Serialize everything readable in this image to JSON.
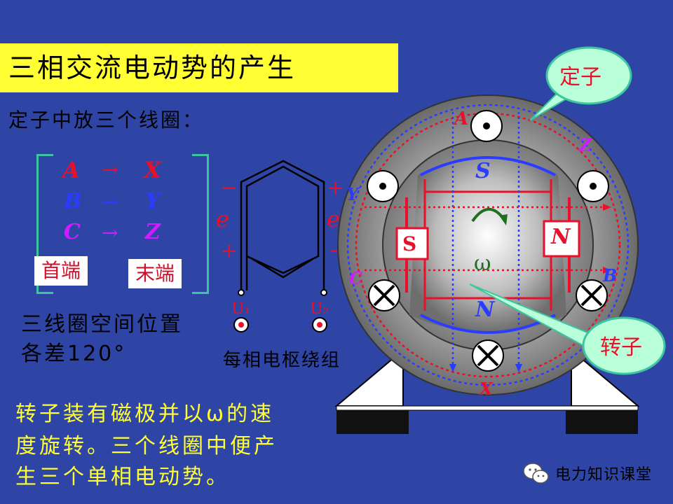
{
  "title": "三相交流电动势的产生",
  "stator_intro": "定子中放三个线圈：",
  "coils": [
    {
      "start": "A",
      "arrow": "→",
      "end": "X",
      "color": "#e8102a"
    },
    {
      "start": "B",
      "arrow": "→",
      "end": "Y",
      "color": "#2a3cff"
    },
    {
      "start": "C",
      "arrow": "→",
      "end": "Z",
      "color": "#d21cff"
    }
  ],
  "coil_tags": {
    "head": "首端",
    "tail": "末端"
  },
  "spatial": {
    "line1": "三线圈空间位置",
    "line2": "各差120°"
  },
  "winding": {
    "label": "每相电枢绕组",
    "minus_left": "−",
    "plus_left": "+",
    "e_left": "e",
    "plus_right": "+",
    "minus_right": "−",
    "e_right": "e",
    "u1": "U₁",
    "u2": "U₂"
  },
  "rotor_desc": {
    "line1": "转子装有磁极并以ω的速",
    "line2": "度旋转。三个线圈中便产",
    "line3": "生三个单相电动势。"
  },
  "machine": {
    "terminals": {
      "A": "A",
      "X": "X",
      "B": "B",
      "Y": "Y",
      "C": "C",
      "Z": "Z"
    },
    "poles": {
      "top": "S",
      "bottom": "N",
      "left": "S",
      "right": "N"
    },
    "omega": "ω"
  },
  "callouts": {
    "stator": "定子",
    "rotor": "转子"
  },
  "wechat": {
    "label": "电力知识课堂",
    "icon": "wechat-icon"
  },
  "colors": {
    "background": "#2f45a6",
    "title_bar": "#ffff33",
    "box_border": "#3cc6a0",
    "callout_fill": "#b9ffd9",
    "red_text": "#e8102a",
    "yellow_text": "#ffff33"
  }
}
